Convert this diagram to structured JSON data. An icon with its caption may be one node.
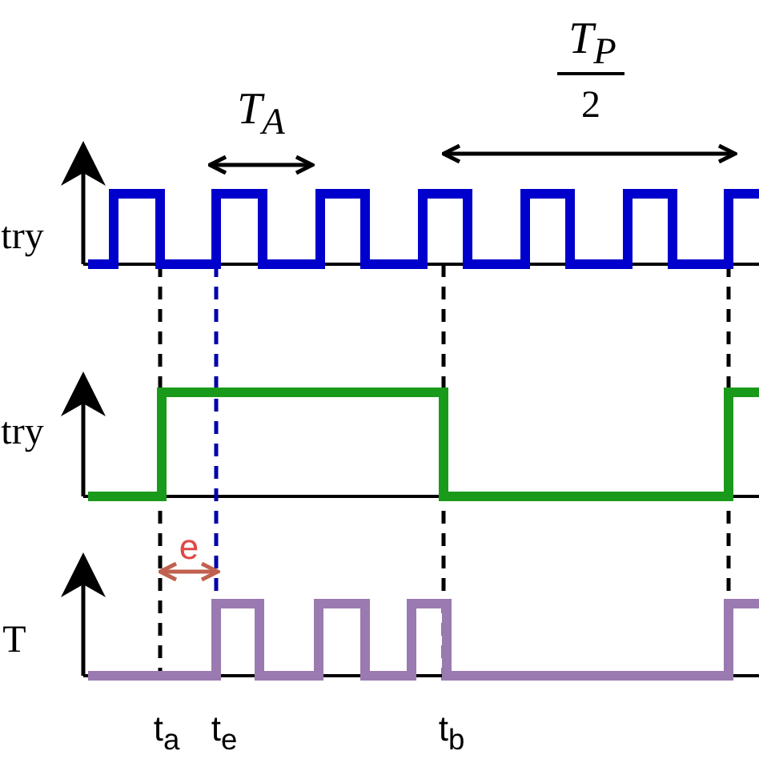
{
  "diagram": {
    "labels": [
      "T$_{A}$",
      "T$_{P}$",
      "2",
      "try",
      "try",
      "e",
      "T",
      "t$_{a}$",
      "t$_{e}$",
      "t$_{b}$"
    ]
  }
}
